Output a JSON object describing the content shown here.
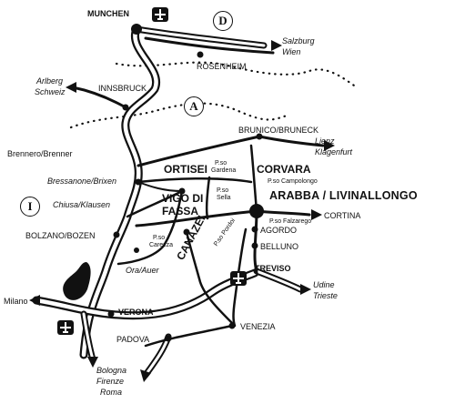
{
  "country_badges": {
    "germany": "D",
    "austria": "A",
    "italy": "I"
  },
  "cities": {
    "munchen": "MUNCHEN",
    "rosenheim": "ROSENHEIM",
    "innsbruck": "INNSBRUCK",
    "brunico": "BRUNICO/BRUNECK",
    "ortisei": "ORTISEI",
    "corvara": "CORVARA",
    "arabba": "ARABBA / LIVINALLONGO",
    "vigo": "VIGO DI",
    "fassa": "FASSA",
    "cortina": "CORTINA",
    "agordo": "AGORDO",
    "belluno": "BELLUNO",
    "treviso": "TREVISO",
    "canazei": "CANAZEI",
    "bolzano": "BOLZANO/BOZEN",
    "verona": "VERONA",
    "padova": "PADOVA",
    "venezia": "VENEZIA"
  },
  "italic_places": {
    "salzburg": "Salzburg",
    "wien": "Wien",
    "arlberg": "Arlberg",
    "schweiz": "Schweiz",
    "lienz": "Lienz",
    "klagenfurt": "Klagenfurt",
    "bressanone": "Bressanone/Brixen",
    "chiusa": "Chiusa/Klausen",
    "ora": "Ora/Auer",
    "udine": "Udine",
    "trieste": "Trieste",
    "bologna": "Bologna",
    "firenze": "Firenze",
    "roma": "Roma"
  },
  "plain_places": {
    "brennero": "Brennero/Brenner",
    "milano": "Milano"
  },
  "passes": {
    "gardena_1": "P.so",
    "gardena_2": "Gardena",
    "sella_1": "P.so",
    "sella_2": "Sella",
    "campolongo": "P.so Campolongo",
    "falzarego": "P.so Falzarego",
    "pordoi": "P.so Pordoi",
    "carezza_1": "P.so",
    "carezza_2": "Carezza"
  },
  "airport_icons": [
    "plane-icon",
    "plane-icon",
    "plane-icon"
  ],
  "colors": {
    "ink": "#111111",
    "background": "#ffffff"
  }
}
